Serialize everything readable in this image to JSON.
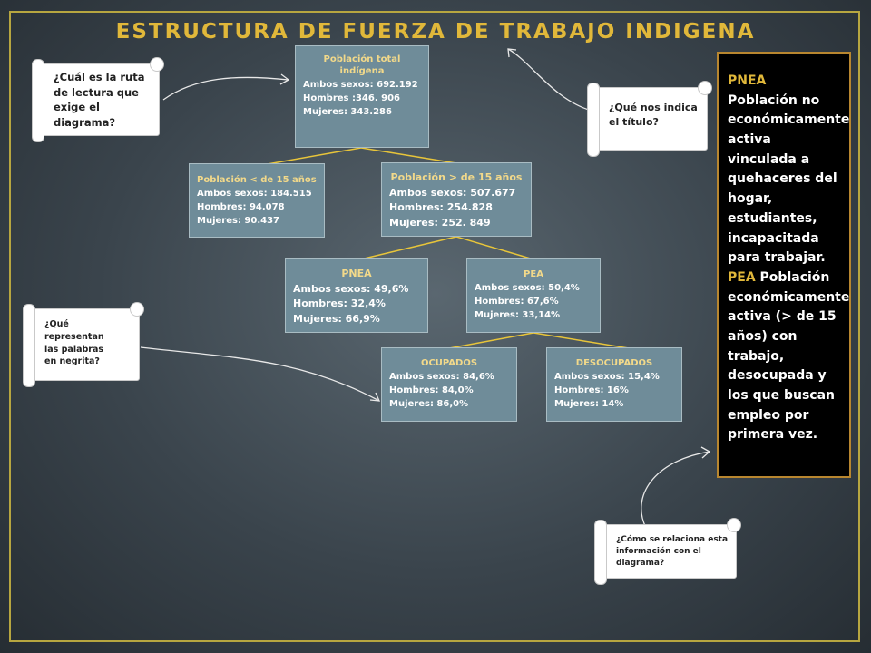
{
  "title": "ESTRUCTURA DE FUERZA DE TRABAJO INDIGENA",
  "nodes": {
    "total": {
      "heading_1": "Población total",
      "heading_2": "indígena",
      "line_1": "Ambos sexos: 692.192",
      "line_2": "Hombres :346. 906",
      "line_3": "Mujeres: 343.286"
    },
    "under15": {
      "heading": "Población < de 15 años",
      "line_1": "Ambos sexos: 184.515",
      "line_2": "Hombres: 94.078",
      "line_3": "Mujeres: 90.437"
    },
    "over15": {
      "heading": "Población > de 15 años",
      "line_1": "Ambos sexos: 507.677",
      "line_2": "Hombres: 254.828",
      "line_3": "Mujeres: 252. 849"
    },
    "pnea": {
      "heading": "PNEA",
      "line_1": "Ambos sexos:  49,6%",
      "line_2": "Hombres: 32,4%",
      "line_3": "Mujeres: 66,9%"
    },
    "pea": {
      "heading": "PEA",
      "line_1": "Ambos sexos:  50,4%",
      "line_2": "Hombres: 67,6%",
      "line_3": "Mujeres: 33,14%"
    },
    "ocupados": {
      "heading": "OCUPADOS",
      "line_1": "Ambos sexos: 84,6%",
      "line_2": "Hombres: 84,0%",
      "line_3": "Mujeres: 86,0%"
    },
    "desocupados": {
      "heading": "DESOCUPADOS",
      "line_1": "Ambos sexos: 15,4%",
      "line_2": "Hombres: 16%",
      "line_3": "Mujeres: 14%"
    }
  },
  "questions": {
    "q1": "¿Cuál es la ruta de lectura que exige el diagrama?",
    "q2": "¿Qué nos indica el título?",
    "q3": "¿Qué representan las palabras en negrita?",
    "q4": "¿Cómo se relaciona esta información con el diagrama?"
  },
  "definitions": {
    "pnea_term": "PNEA",
    "pnea_text": " Población no económicamente activa vinculada a quehaceres del hogar, estudiantes, incapacitada para trabajar.",
    "pea_term": "PEA",
    "pea_text": " Población económicamente activa (> de 15 años) con trabajo, desocupada y los que buscan empleo por primera vez."
  },
  "colors": {
    "title": "#e1b83a",
    "node_fill": "#6f8c99",
    "node_heading": "#f2d98a",
    "connector": "#e8c53a",
    "frame": "#b7a640"
  }
}
